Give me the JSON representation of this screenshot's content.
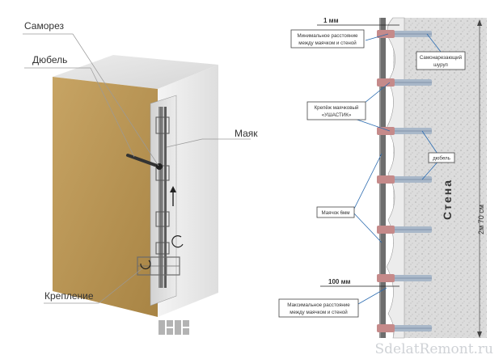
{
  "left_figure": {
    "labels": {
      "screw": "Саморез",
      "dowel": "Дюбель",
      "beacon": "Маяк",
      "fastening": "Крепление"
    }
  },
  "right_figure": {
    "dimension_top": "1 мм",
    "dimension_bottom": "100 мм",
    "height_dimension": "2м 70 см",
    "wall_label": "Стена",
    "callouts": {
      "min_distance_line1": "Минимальное расстояние",
      "min_distance_line2": "между маячком и стеной",
      "self_tapping_line1": "Самонарезающий",
      "self_tapping_line2": "шуруп",
      "clip_line1": "Крепёж маячковый",
      "clip_line2": "«УШАСТИК»",
      "dowel": "дюбель",
      "beacon_6mm": "Маячок 6мм",
      "max_distance_line1": "Максимальное расстояние",
      "max_distance_line2": "между маячком и стеной"
    }
  },
  "watermark": "SdelatRemont.ru"
}
